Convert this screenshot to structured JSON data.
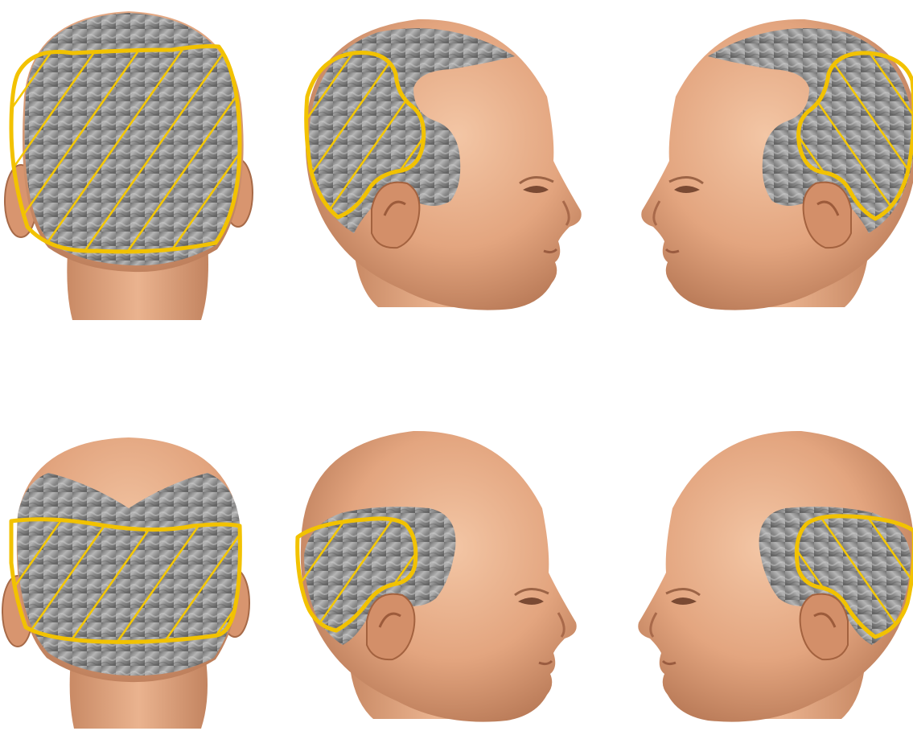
{
  "figure": {
    "background": "#ffffff",
    "colors": {
      "skin": "#e2a47e",
      "skin_shadow": "#b97b58",
      "skin_highlight": "#f1c2a0",
      "hair": "#8a8a8a",
      "hair_light": "#b8b8b8",
      "hair_dark": "#5e5e5e",
      "donor_outline": "#f2c200",
      "hatch": "#f5c800"
    },
    "rows": [
      {
        "pattern": "extended-donor-area",
        "views": [
          {
            "view": "back",
            "icon": "head-back-icon"
          },
          {
            "view": "right-profile",
            "icon": "head-right-profile-icon"
          },
          {
            "view": "left-profile",
            "icon": "head-left-profile-icon"
          }
        ]
      },
      {
        "pattern": "safe-donor-area",
        "views": [
          {
            "view": "back",
            "icon": "head-back-icon"
          },
          {
            "view": "right-profile",
            "icon": "head-right-profile-icon"
          },
          {
            "view": "left-profile",
            "icon": "head-left-profile-icon"
          }
        ]
      }
    ]
  }
}
